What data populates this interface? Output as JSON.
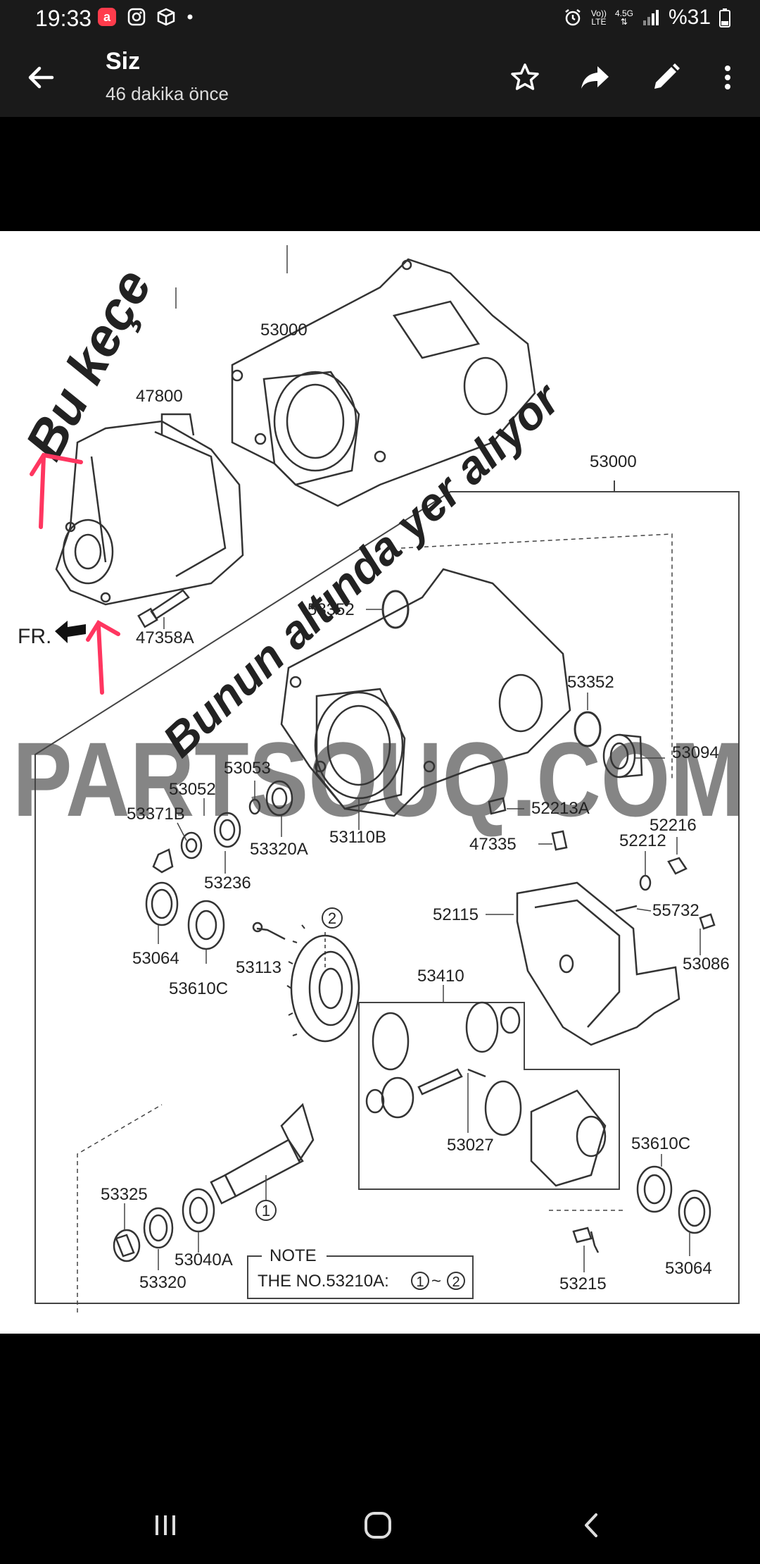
{
  "status_bar": {
    "time": "19:33",
    "volte": "Vo))",
    "lte": "LTE",
    "network": "4.5G",
    "battery": "%31"
  },
  "app_bar": {
    "title": "Siz",
    "subtitle": "46 dakika önce"
  },
  "diagram": {
    "labels": [
      "53000",
      "47800",
      "53000",
      "47358A",
      "FR.",
      "53352",
      "53352",
      "53094",
      "53053",
      "53052",
      "53371B",
      "53320A",
      "53110B",
      "52213A",
      "52216",
      "47335",
      "52212",
      "53236",
      "52115",
      "55732",
      "53064",
      "53610C",
      "53113",
      "53086",
      "53410",
      "53027",
      "53610C",
      "53325",
      "53320",
      "53040A",
      "53215",
      "53064"
    ],
    "circled": [
      "2",
      "1"
    ],
    "note_title": "NOTE",
    "note_text": "THE NO.53210A:",
    "note_range": "~",
    "watermark": "PARTSOUQ.COM",
    "handwriting": [
      "Bu keçe",
      "Bunun altında yer alıyor"
    ]
  },
  "colors": {
    "bar_bg": "#1a1a1a",
    "annotation_red": "#ff3660"
  }
}
